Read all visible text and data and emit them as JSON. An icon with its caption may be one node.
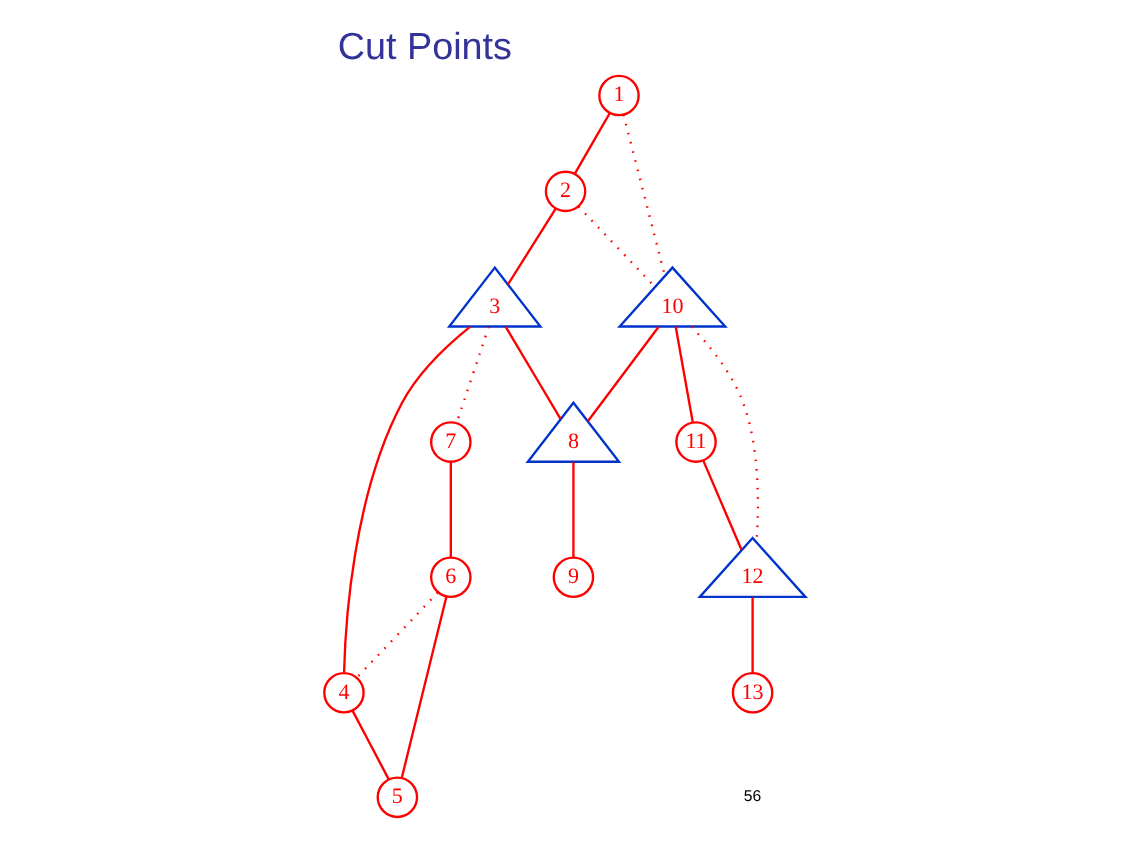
{
  "diagram": {
    "title": "Cut Points",
    "nodes": [
      {
        "text": [
          "1"
        ]
      },
      {
        "text": [
          "2"
        ]
      },
      {
        "text": [
          "3"
        ]
      },
      {
        "text": [
          "4"
        ]
      },
      {
        "text": [
          "5"
        ]
      },
      {
        "text": [
          "6"
        ]
      },
      {
        "text": [
          "7"
        ]
      },
      {
        "text": [
          "8"
        ]
      },
      {
        "text": [
          "9"
        ]
      },
      {
        "text": [
          "10"
        ]
      },
      {
        "text": [
          "11"
        ]
      },
      {
        "text": [
          "12"
        ]
      },
      {
        "text": [
          "13"
        ]
      }
    ],
    "edges": [
      {
        "from": 0,
        "to": 1,
        "arrow": "none"
      },
      {
        "from": 0,
        "to": 9,
        "arrow": "none",
        "style": "dashed"
      },
      {
        "from": 1,
        "to": 9,
        "arrow": "none",
        "style": "dashed"
      },
      {
        "from": 1,
        "to": 2,
        "arrow": "none"
      },
      {
        "from": 2,
        "to": 7,
        "arrow": "none"
      },
      {
        "from": 2,
        "to": 6,
        "arrow": "none",
        "style": "dashed"
      },
      {
        "from": 2,
        "to": 3,
        "arrow": "none"
      },
      {
        "from": 6,
        "to": 5,
        "arrow": "none"
      },
      {
        "from": 5,
        "to": 3,
        "arrow": "none",
        "style": "dashed"
      },
      {
        "from": 5,
        "to": 4,
        "arrow": "none"
      },
      {
        "from": 3,
        "to": 4,
        "arrow": "none"
      },
      {
        "from": 7,
        "to": 8,
        "arrow": "none"
      },
      {
        "from": 9,
        "to": 7,
        "arrow": "none"
      },
      {
        "from": 9,
        "to": 10,
        "arrow": "none"
      },
      {
        "from": 10,
        "to": 11,
        "arrow": "none"
      },
      {
        "from": 9,
        "to": 11,
        "arrow": "none",
        "style": "dashed"
      },
      {
        "from": 11,
        "to": 12,
        "arrow": "none"
      }
    ],
    "labels": [
      "56"
    ]
  }
}
